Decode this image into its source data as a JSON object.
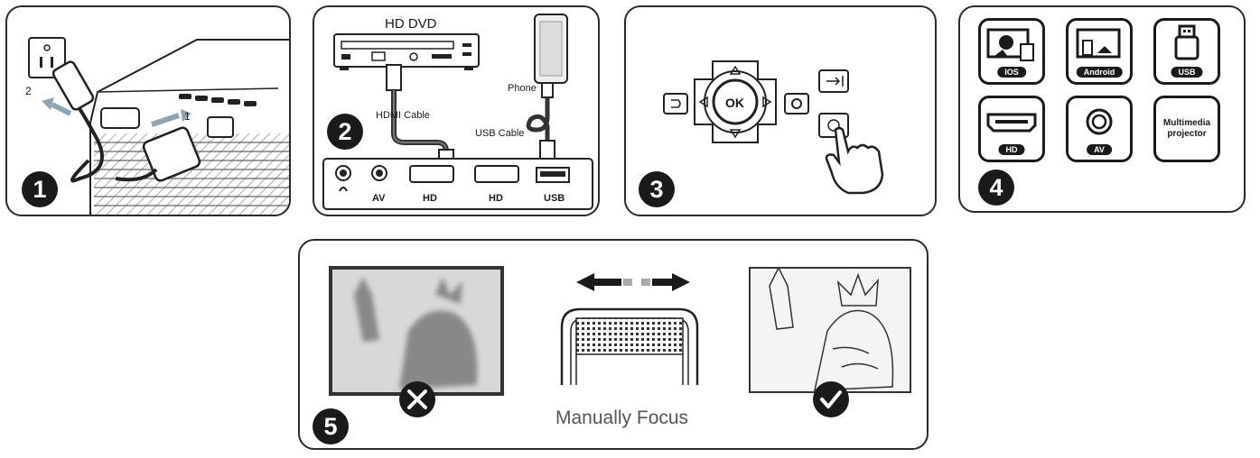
{
  "steps": {
    "one": "1",
    "two": "2",
    "three": "3",
    "four": "4",
    "five": "5"
  },
  "panel1": {
    "arrow_label_1": "1",
    "arrow_label_2": "2"
  },
  "panel2": {
    "device_label": "HD DVD",
    "phone_label": "Phone",
    "hdmi_cable_label": "HDMI Cable",
    "usb_cable_label": "USB Cable",
    "ports": [
      "AV",
      "HD",
      "HD",
      "USB"
    ]
  },
  "panel3": {
    "ok_label": "OK"
  },
  "panel4": {
    "tiles": [
      {
        "label": "IOS",
        "icon": "phone-screen-mirror-icon"
      },
      {
        "label": "Android",
        "icon": "android-screen-mirror-icon"
      },
      {
        "label": "USB",
        "icon": "usb-drive-icon"
      },
      {
        "label": "HD",
        "icon": "hdmi-icon"
      },
      {
        "label": "AV",
        "icon": "av-port-icon"
      },
      {
        "label": "Multimedia projector",
        "icon": "none"
      }
    ]
  },
  "panel5": {
    "title": "Manually Focus"
  }
}
